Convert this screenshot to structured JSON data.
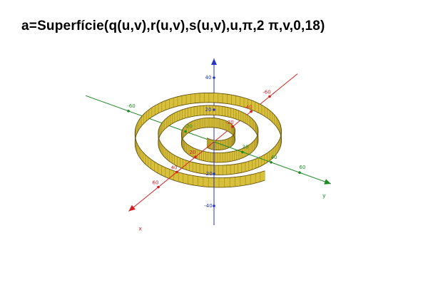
{
  "formula": "a=Superfície(q(u,v),r(u,v),s(u,v),u,π,2 π,v,0,18)",
  "colors": {
    "surface_fill": "#d8c03a",
    "surface_edge": "#5a4a08",
    "surface_hatch": "#8a7418",
    "x_axis": "#d42020",
    "y_axis": "#1f8a24",
    "z_axis": "#2436c8"
  },
  "axes": {
    "x": {
      "name": "x",
      "ticks": [
        {
          "label": "-60",
          "value": -60
        },
        {
          "label": "-40",
          "value": -40
        },
        {
          "label": "-20",
          "value": -20
        },
        {
          "label": "20",
          "value": 20
        },
        {
          "label": "40",
          "value": 40
        },
        {
          "label": "60",
          "value": 60
        }
      ]
    },
    "y": {
      "name": "y",
      "ticks": [
        {
          "label": "-60",
          "value": -60
        },
        {
          "label": "-20",
          "value": -20
        },
        {
          "label": "20",
          "value": 20
        },
        {
          "label": "40",
          "value": 40
        },
        {
          "label": "60",
          "value": 60
        }
      ]
    },
    "z": {
      "name": "",
      "ticks": [
        {
          "label": "40",
          "value": 40
        },
        {
          "label": "20",
          "value": 20
        },
        {
          "label": "-20",
          "value": -20
        },
        {
          "label": "-40",
          "value": -40
        }
      ]
    }
  },
  "surface": {
    "band_height": 18
  }
}
